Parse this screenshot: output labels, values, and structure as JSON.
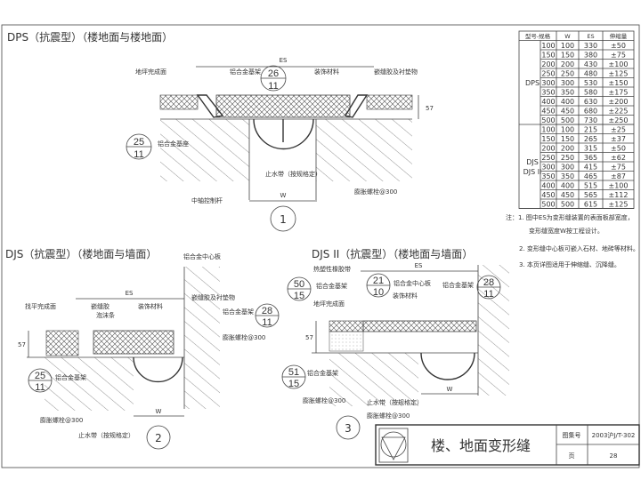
{
  "drawing1": {
    "title": "DPS（抗震型）（楼地面与楼地面）",
    "dim_es": "ES",
    "dim_w": "W",
    "dim_57": "57",
    "labels": [
      "地坪完成面",
      "铝合金基架",
      "装饰材料",
      "嵌缝胶及衬垫物",
      "铝合金基座",
      "止水带（按规格定）",
      "中轴控制杆",
      "膨胀螺栓@300"
    ],
    "ref_a": {
      "top": "26",
      "bottom": "11"
    },
    "ref_b": {
      "top": "25",
      "bottom": "11"
    },
    "number": "1"
  },
  "drawing2": {
    "title": "DJS（抗震型）（楼地面与墙面）",
    "dim_es": "ES",
    "dim_w": "W",
    "dim_57": "57",
    "labels": [
      "铝合金中心板",
      "嵌缝胶及衬垫物",
      "找平完成面",
      "嵌缝胶",
      "泡沫条",
      "装饰材料",
      "铝合金基架",
      "膨胀螺栓@300",
      "铝合金基架",
      "膨胀螺栓@300",
      "止水带（按规格定）"
    ],
    "ref_a": {
      "top": "28",
      "bottom": "11"
    },
    "ref_b": {
      "top": "25",
      "bottom": "11"
    },
    "number": "2"
  },
  "drawing3": {
    "title": "DJS II（抗震型）（楼地面与墙面）",
    "dim_es": "ES",
    "dim_w": "W",
    "dim_57": "57",
    "labels": [
      "热塑性橡胶带",
      "铝合金基架",
      "地坪完成面",
      "铝合金中心板",
      "装饰材料",
      "铝合金基架",
      "铝合金基架",
      "膨胀螺栓@300",
      "止水带（按规格定）",
      "膨胀螺栓@300"
    ],
    "ref_a": {
      "top": "50",
      "bottom": "15"
    },
    "ref_b": {
      "top": "21",
      "bottom": "10"
    },
    "ref_c": {
      "top": "28",
      "bottom": "11"
    },
    "ref_d": {
      "top": "51",
      "bottom": "15"
    },
    "number": "3"
  },
  "table": {
    "headers": [
      "型号-规格",
      "W",
      "ES",
      "伸缩量"
    ],
    "groups": [
      {
        "type": "DPS",
        "rows": [
          [
            "100",
            "100",
            "330",
            "±50"
          ],
          [
            "150",
            "150",
            "380",
            "±75"
          ],
          [
            "200",
            "200",
            "430",
            "±100"
          ],
          [
            "250",
            "250",
            "480",
            "±125"
          ],
          [
            "300",
            "300",
            "530",
            "±150"
          ],
          [
            "350",
            "350",
            "580",
            "±175"
          ],
          [
            "400",
            "400",
            "630",
            "±200"
          ],
          [
            "450",
            "450",
            "680",
            "±225"
          ],
          [
            "500",
            "500",
            "730",
            "±250"
          ]
        ]
      },
      {
        "type": "DJS\nDJS II",
        "rows": [
          [
            "100",
            "100",
            "215",
            "±25"
          ],
          [
            "150",
            "150",
            "265",
            "±37"
          ],
          [
            "200",
            "200",
            "315",
            "±50"
          ],
          [
            "250",
            "250",
            "365",
            "±62"
          ],
          [
            "300",
            "300",
            "415",
            "±75"
          ],
          [
            "350",
            "350",
            "465",
            "±87"
          ],
          [
            "400",
            "400",
            "515",
            "±100"
          ],
          [
            "450",
            "450",
            "565",
            "±112"
          ],
          [
            "500",
            "500",
            "615",
            "±125"
          ]
        ]
      }
    ]
  },
  "notes": {
    "n1a": "注：1. 图中ES为变形缝装置的表面板部宽度，",
    "n1b": "变形缝宽度W按工程设计。",
    "n2": "2. 变形缝中心板可嵌入石材、地砖等材料。",
    "n3": "3. 本页详图适用于伸缩缝、沉降缝。"
  },
  "title_block": {
    "title": "楼、地面变形缝",
    "atlas_label": "图集号",
    "atlas_value": "2003沪J/T-302",
    "page_label": "页",
    "page_value": "28"
  }
}
